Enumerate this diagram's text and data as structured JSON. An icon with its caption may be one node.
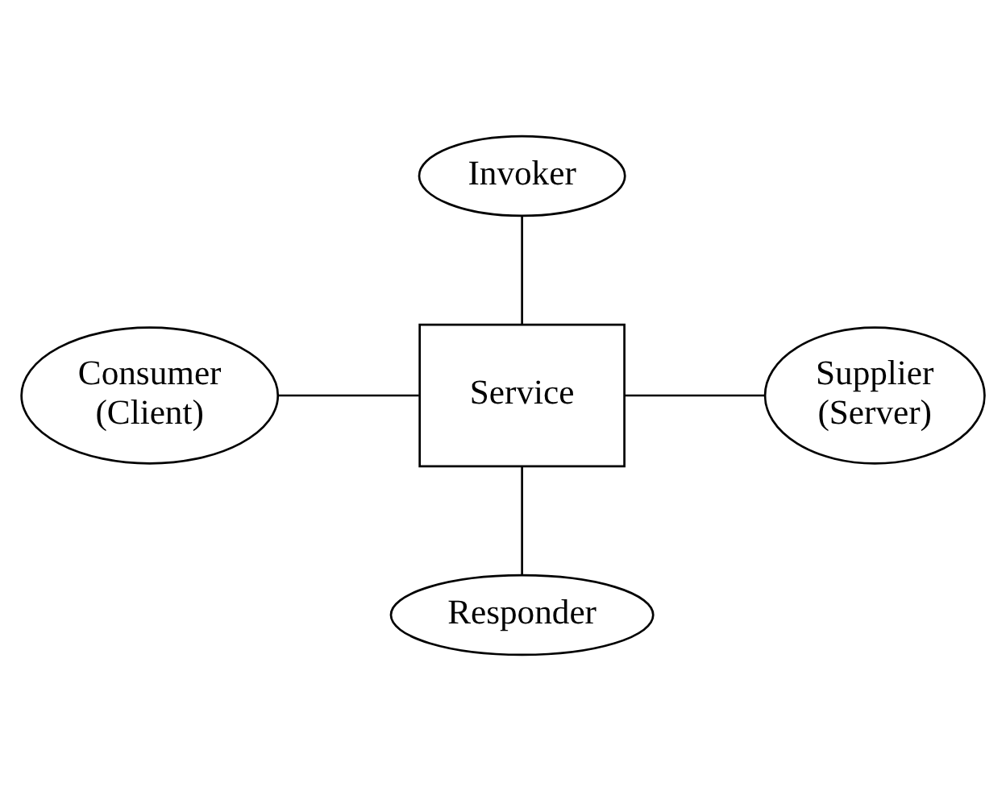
{
  "diagram": {
    "nodes": [
      {
        "text": [
          "Invoker"
        ]
      },
      {
        "text": [
          "Consumer (Client)"
        ]
      },
      {
        "text": [
          "Service"
        ]
      },
      {
        "text": [
          "Supplier (Server)"
        ]
      },
      {
        "text": [
          "Responder"
        ]
      }
    ],
    "edges": [
      {
        "from": 0,
        "to": 2,
        "arrow": "none"
      },
      {
        "from": 1,
        "to": 2,
        "arrow": "none"
      },
      {
        "from": 2,
        "to": 3,
        "arrow": "none"
      },
      {
        "from": 2,
        "to": 4,
        "arrow": "none"
      }
    ]
  }
}
